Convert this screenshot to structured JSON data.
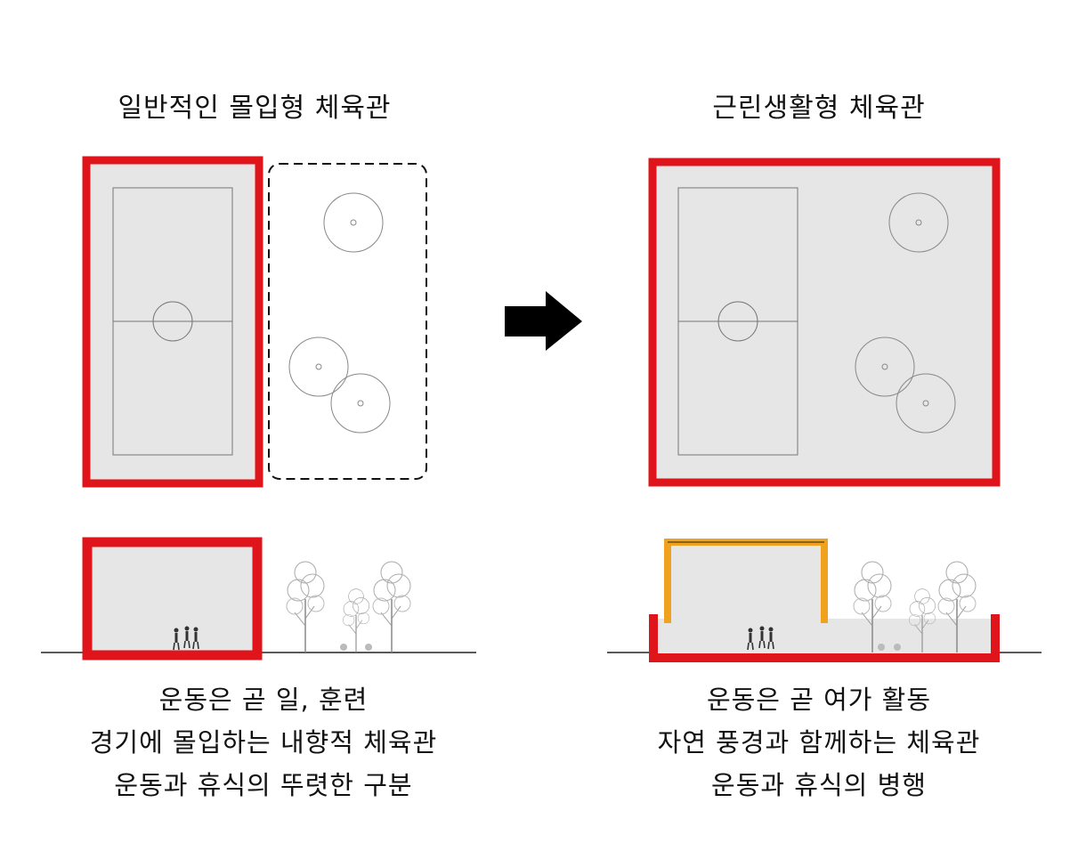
{
  "left": {
    "title": "일반적인 몰입형 체육관",
    "caption": [
      "운동은 곧 일, 훈련",
      "경기에 몰입하는 내향적 체육관",
      "운동과 휴식의 뚜렷한 구분"
    ]
  },
  "right": {
    "title": "근린생활형 체육관",
    "caption": [
      "운동은 곧 여가 활동",
      "자연 풍경과 함께하는 체육관",
      "운동과 휴식의 병행"
    ]
  },
  "colors": {
    "wall": "#e0141b",
    "floor": "#e6e6e6",
    "roof": "#f0a21e",
    "arrow": "#000000",
    "line": "#222222"
  },
  "icons": [
    "right-arrow-icon",
    "tree-icon",
    "person-icon"
  ]
}
